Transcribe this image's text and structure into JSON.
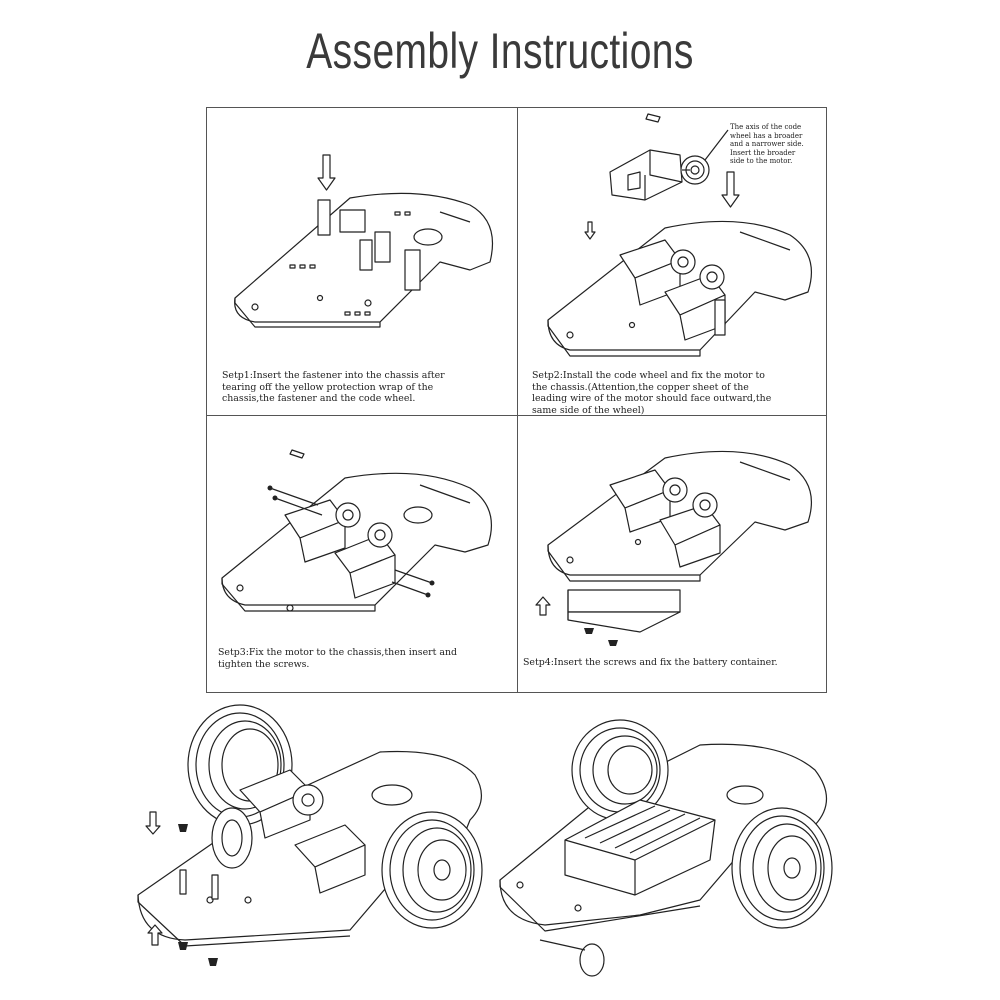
{
  "title": "Assembly Instructions",
  "steps": [
    {
      "caption": "Setp1:Insert the fastener into the chassis after\ntearing off the yellow protection wrap of the\nchassis,the fastener and the code wheel."
    },
    {
      "caption": "Setp2:Install the code wheel and fix the motor to\nthe chassis.(Attention,the copper sheet of the\nleading wire of the motor should face outward,the\nsame side of the wheel)"
    },
    {
      "caption": "Setp3:Fix the motor to the chassis,then insert and\ntighten the screws."
    },
    {
      "caption": "Setp4:Insert the screws and fix the battery container."
    }
  ],
  "note": "The axis of the code\nwheel has a broader\nand a narrower side.\nInsert   the broader\nside to the motor."
}
